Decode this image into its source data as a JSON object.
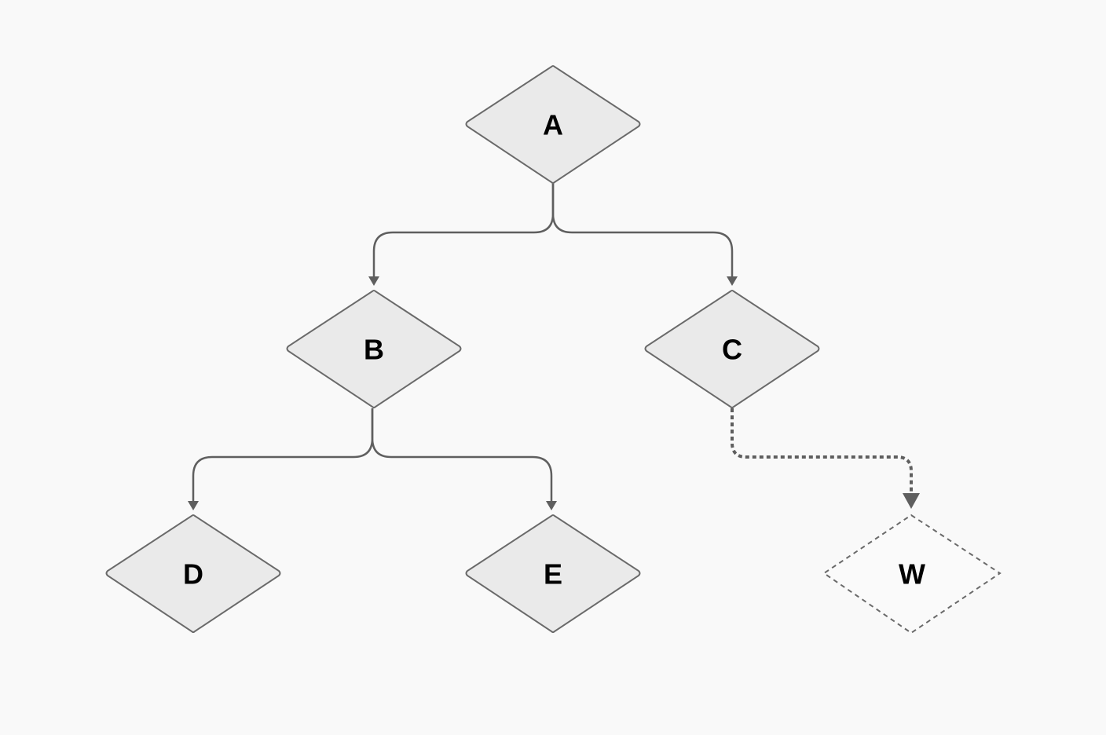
{
  "diagram": {
    "nodes": [
      {
        "id": "A",
        "label": "A",
        "style": "solid"
      },
      {
        "id": "B",
        "label": "B",
        "style": "solid"
      },
      {
        "id": "C",
        "label": "C",
        "style": "solid"
      },
      {
        "id": "D",
        "label": "D",
        "style": "solid"
      },
      {
        "id": "E",
        "label": "E",
        "style": "solid"
      },
      {
        "id": "W",
        "label": "W",
        "style": "dashed"
      }
    ],
    "edges": [
      {
        "from": "A",
        "to": "B",
        "style": "solid"
      },
      {
        "from": "A",
        "to": "C",
        "style": "solid"
      },
      {
        "from": "B",
        "to": "D",
        "style": "solid"
      },
      {
        "from": "B",
        "to": "E",
        "style": "solid"
      },
      {
        "from": "C",
        "to": "W",
        "style": "dotted"
      }
    ],
    "colors": {
      "background": "#f9f9f9",
      "node_fill": "#eaeaea",
      "node_stroke": "#6a6a6a",
      "edge": "#5f5f5f"
    }
  }
}
